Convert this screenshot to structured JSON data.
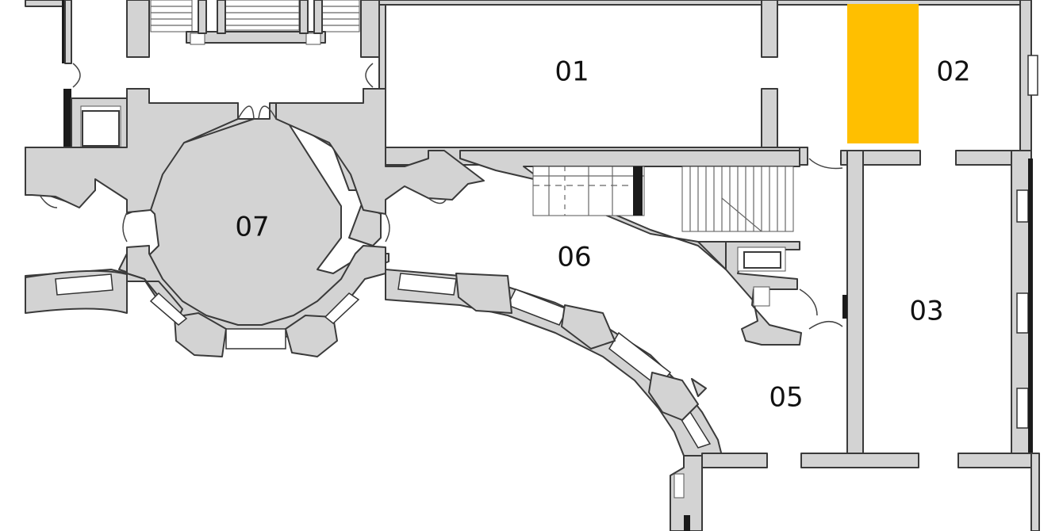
{
  "rooms": [
    {
      "id": "01",
      "label": "01"
    },
    {
      "id": "02",
      "label": "02"
    },
    {
      "id": "03",
      "label": "03"
    },
    {
      "id": "05",
      "label": "05"
    },
    {
      "id": "06",
      "label": "06"
    },
    {
      "id": "07",
      "label": "07"
    }
  ],
  "colors": {
    "wall_fill": "#d3d3d3",
    "wall_stroke": "#3a3a3a",
    "highlight": "#ffbf00",
    "background": "#ffffff",
    "label": "#111111"
  },
  "highlight": {
    "room": "02",
    "description": "highlighted area"
  }
}
